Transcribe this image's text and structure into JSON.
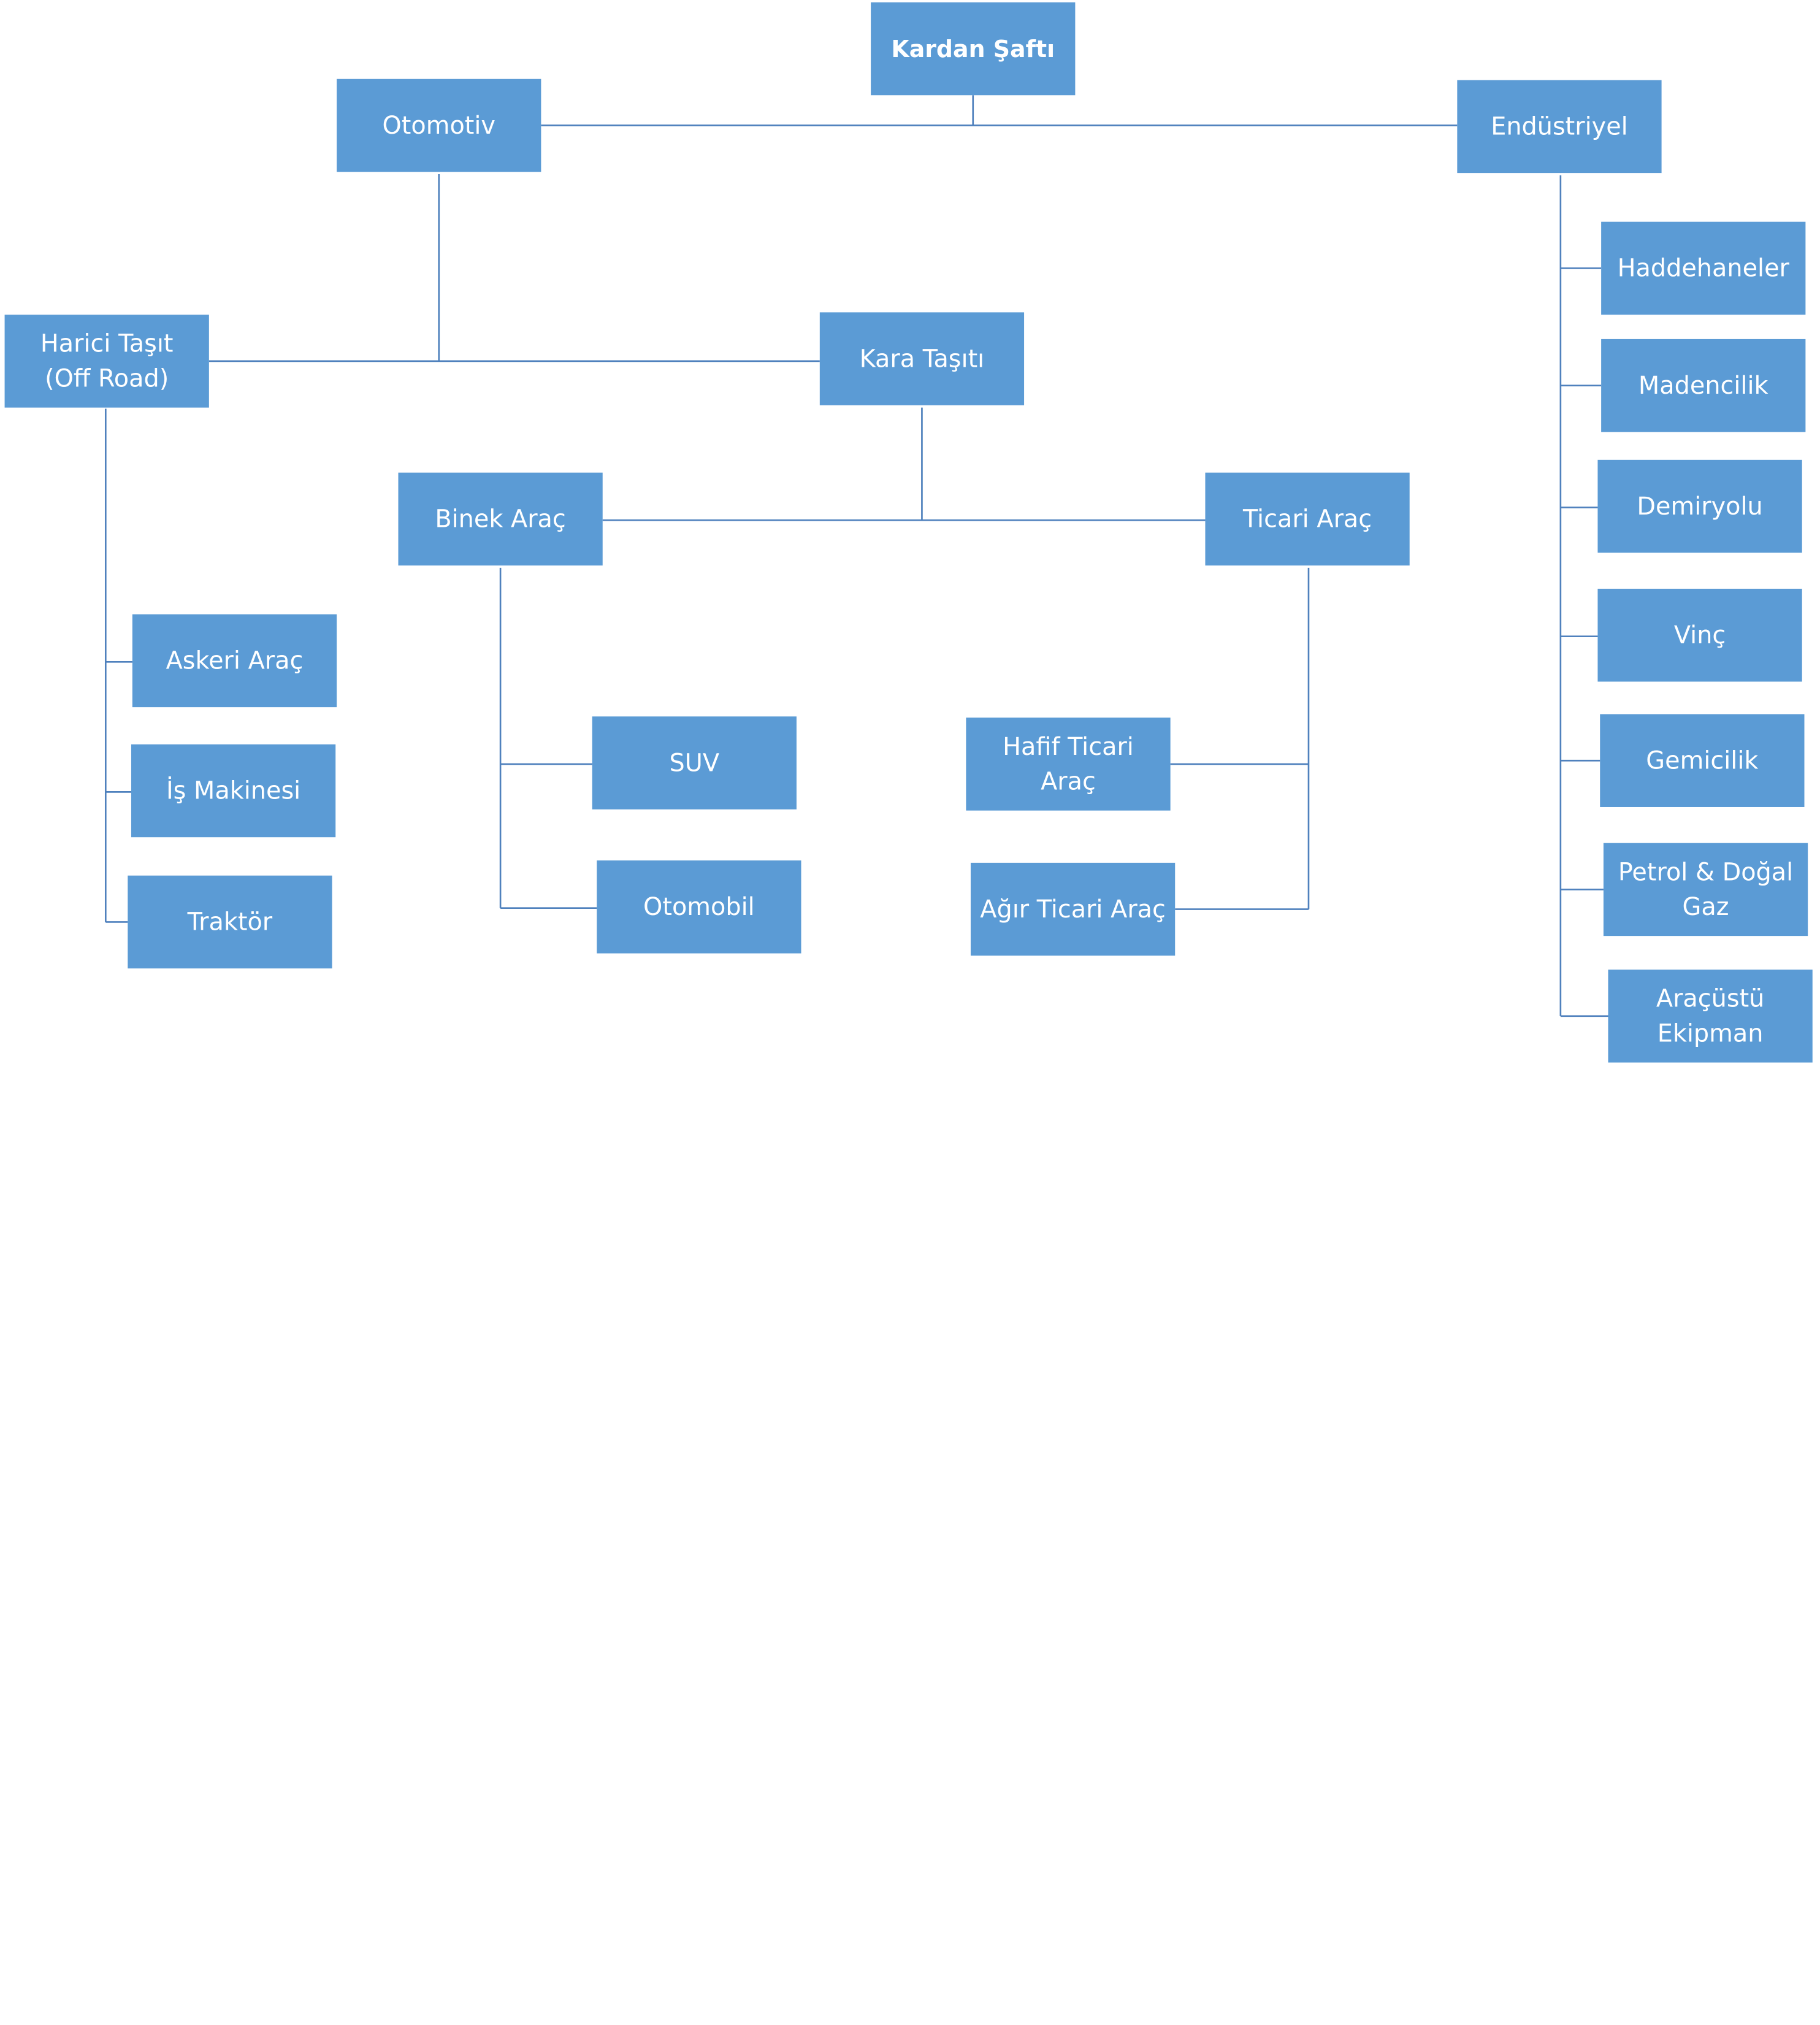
{
  "diagram": {
    "root": "Kardan Şaftı",
    "automotive": "Otomotiv",
    "industrial": "Endüstriyel",
    "offroad": "Harici Taşıt\n(Off Road)",
    "land_vehicle": "Kara Taşıtı",
    "passenger": "Binek Araç",
    "commercial": "Ticari Araç",
    "military": "Askeri Araç",
    "construction": "İş Makinesi",
    "tractor": "Traktör",
    "suv": "SUV",
    "car": "Otomobil",
    "light_commercial": "Hafif Ticari\nAraç",
    "heavy_commercial": "Ağır Ticari Araç",
    "rolling_mills": "Haddehaneler",
    "mining": "Madencilik",
    "railway": "Demiryolu",
    "crane": "Vinç",
    "shipping": "Gemicilik",
    "oil_gas": "Petrol & Doğal\nGaz",
    "superstructure": "Araçüstü\nEkipman"
  },
  "colors": {
    "box_fill": "#5b9bd5",
    "connector": "#4f81bd",
    "text": "#ffffff"
  }
}
